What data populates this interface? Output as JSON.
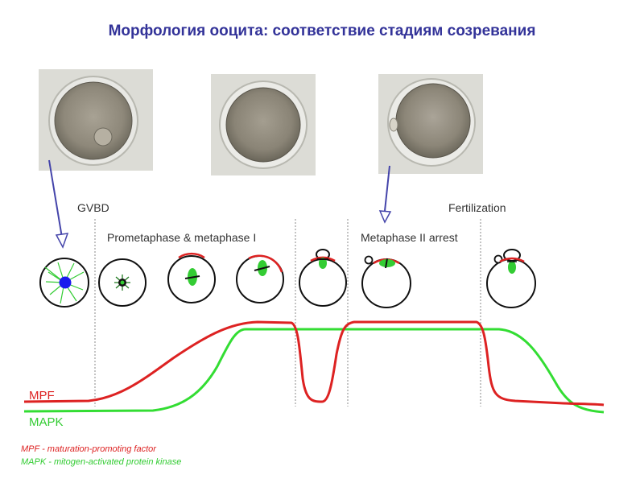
{
  "title": "Морфология ооцита: соответствие стадиям созревания",
  "stages": {
    "gvbd": "GVBD",
    "prometaphase": "Prometaphase & metaphase I",
    "metaphase2": "Metaphase II arrest",
    "fertilization": "Fertilization"
  },
  "curves": {
    "mpf_label": "MPF",
    "mapk_label": "MAPK",
    "mpf_color": "#dd2222",
    "mapk_color": "#33dd33"
  },
  "legend": {
    "mpf": "MPF - maturation-promoting factor",
    "mapk": "MAPK - mitogen-activated protein kinase"
  },
  "colors": {
    "title": "#333399",
    "arrow": "#4444aa",
    "nucleus": "#1a1aee",
    "spindle": "#33cc33",
    "cortex": "#dd2222"
  }
}
